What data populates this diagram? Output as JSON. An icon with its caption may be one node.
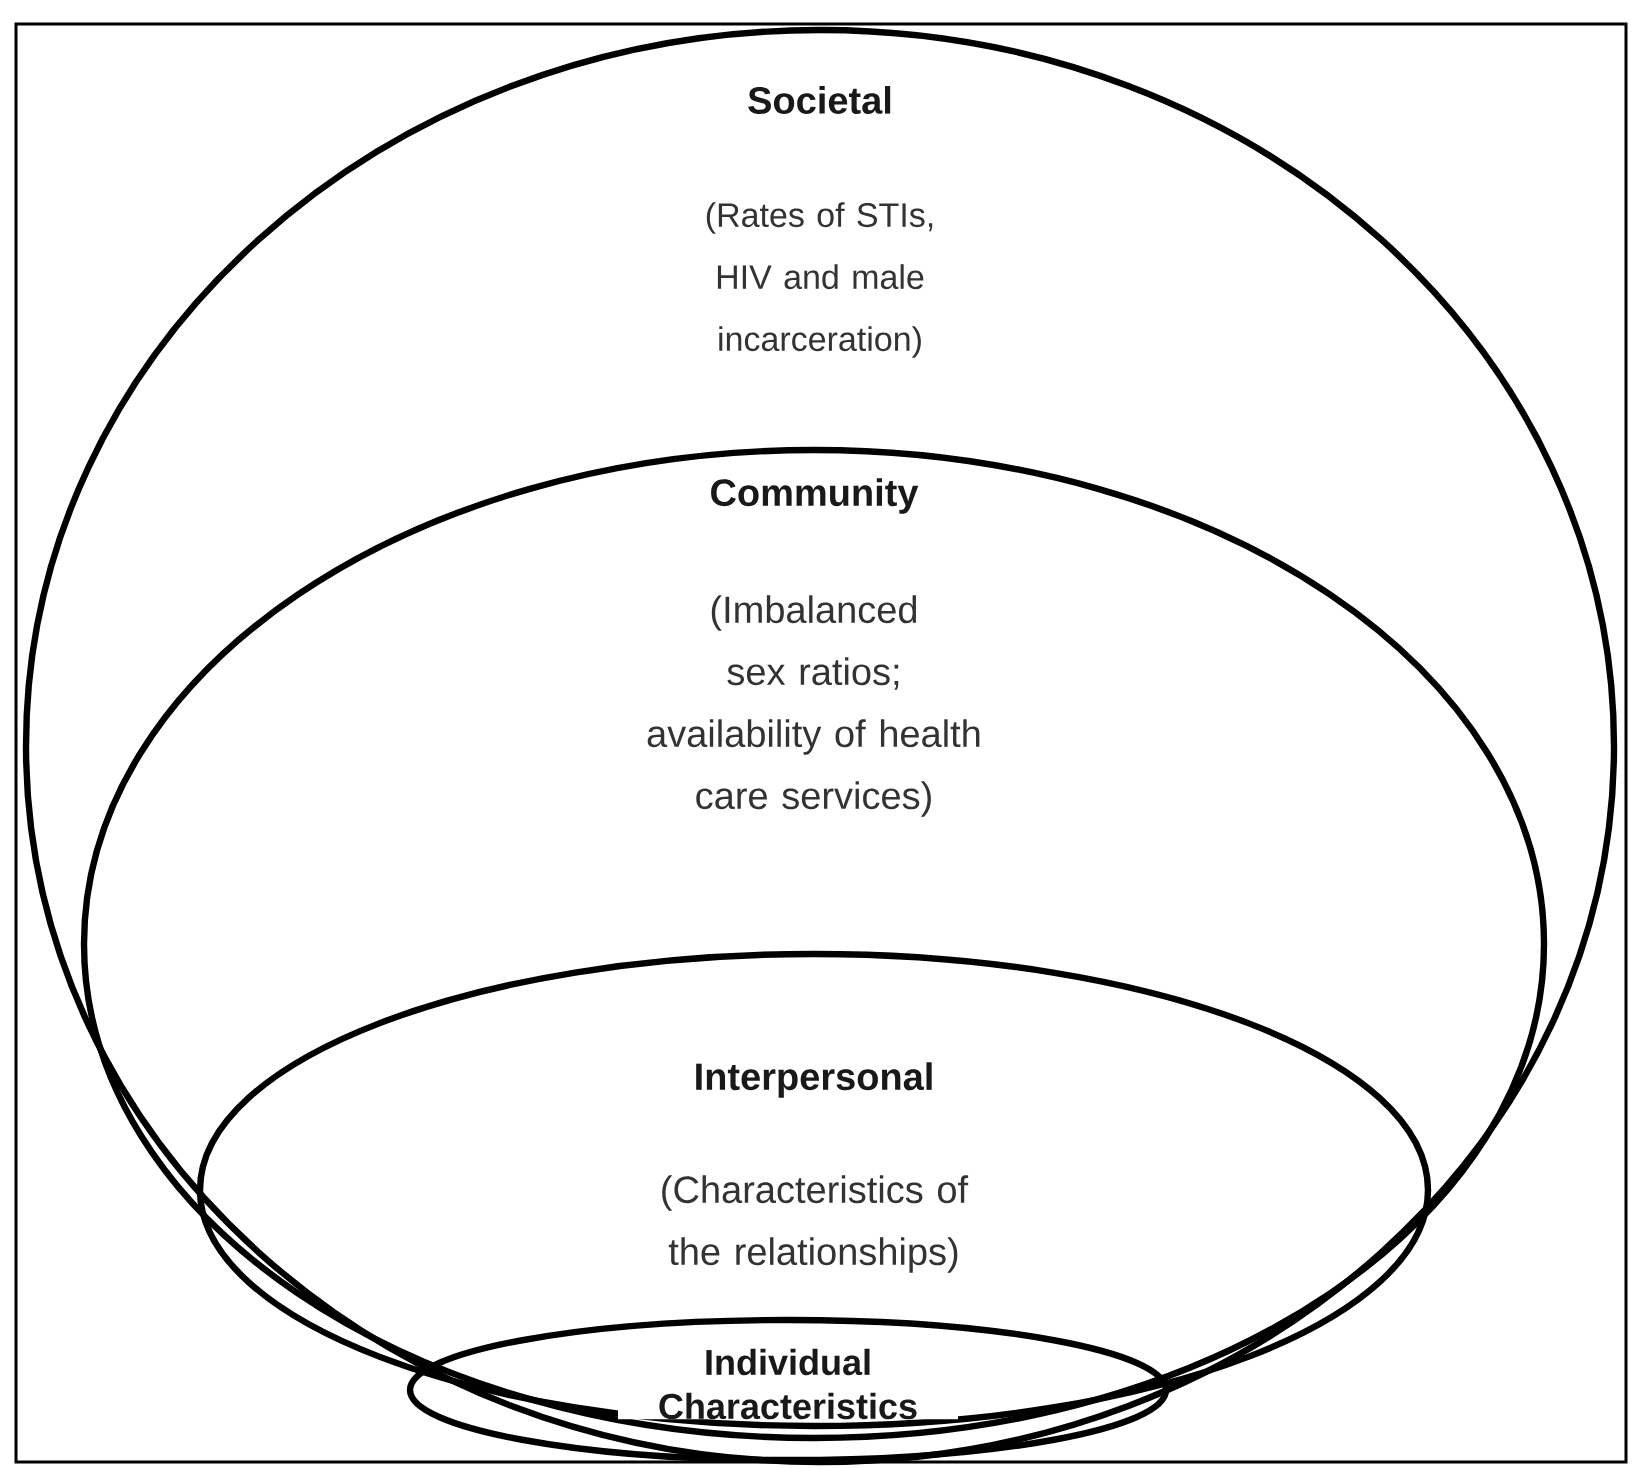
{
  "diagram": {
    "nodes": [
      {
        "text": [
          "Societal",
          "(Rates of STIs, HIV and male incarceration)"
        ]
      },
      {
        "text": [
          "Community",
          "(Imbalanced sex ratios; availability of health care services)"
        ],
        "in": 0
      },
      {
        "text": [
          "Interpersonal",
          "(Characteristics of the relationships)"
        ],
        "in": 1
      },
      {
        "text": [
          "Individual Characteristics"
        ],
        "in": 0
      }
    ]
  }
}
